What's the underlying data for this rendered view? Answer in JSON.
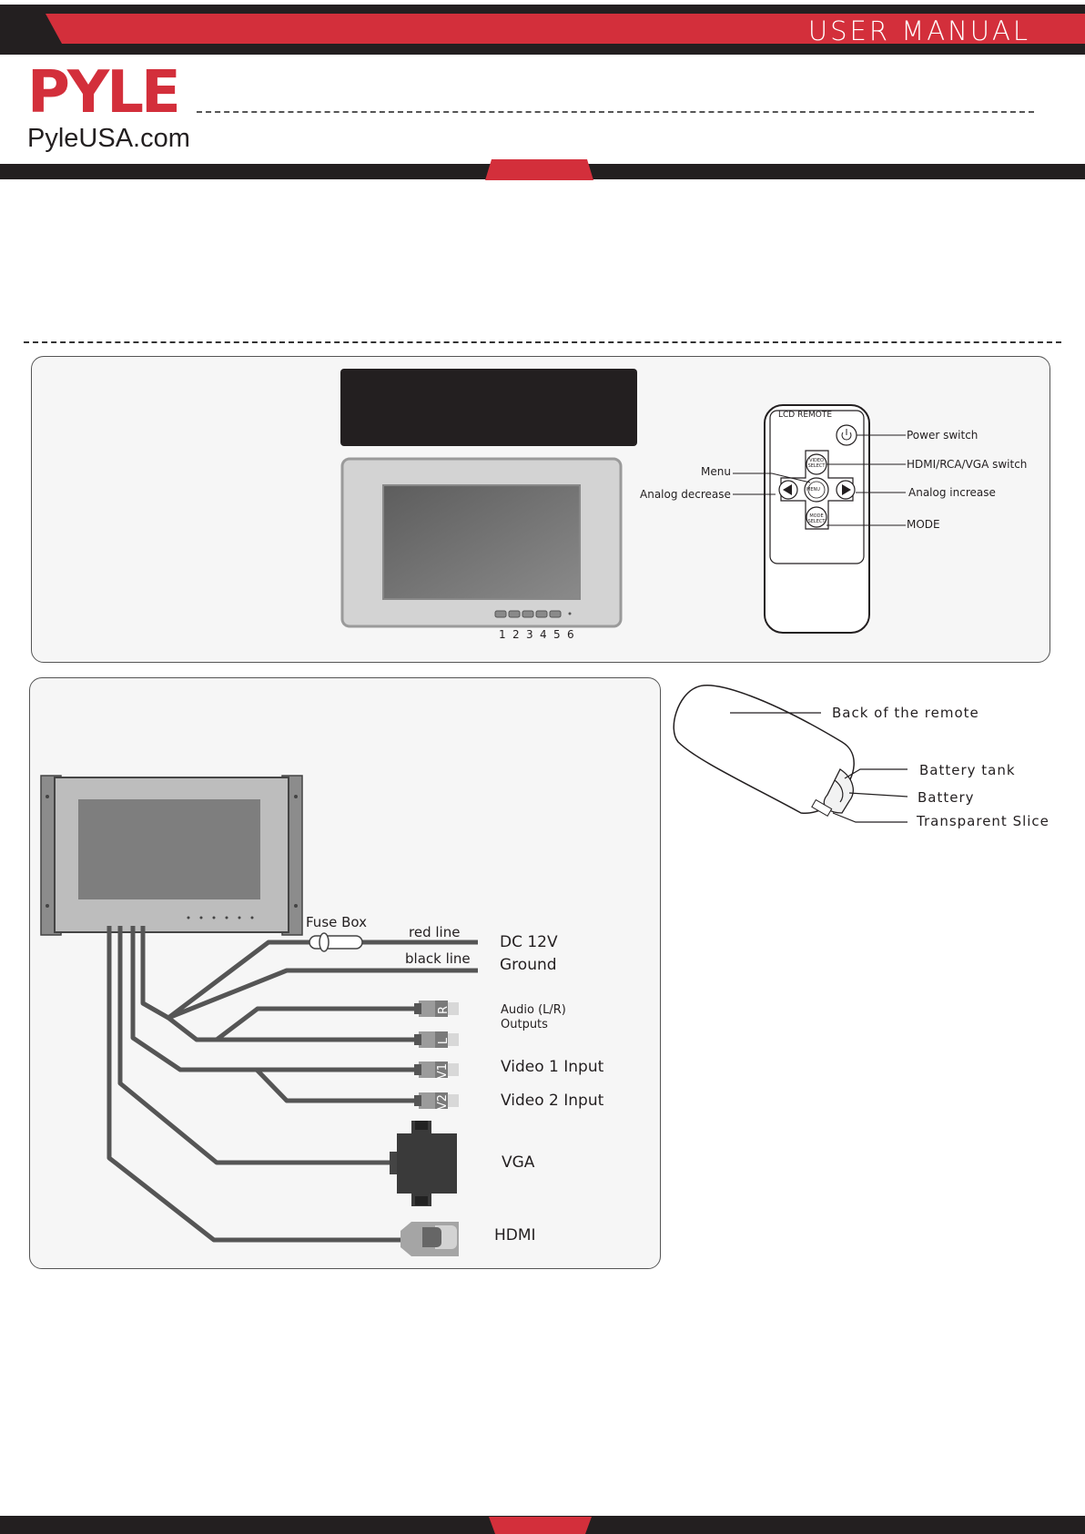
{
  "header": {
    "title": "USER MANUAL",
    "logo_text": "PYLE",
    "logo_url": "PyleUSA.com"
  },
  "monitor": {
    "button_numbers": [
      "1",
      "2",
      "3",
      "4",
      "5",
      "6"
    ]
  },
  "remote": {
    "brand_label": "LCD REMOTE",
    "buttons": {
      "video_select": "VIDEO SELECT",
      "menu": "MENU",
      "mode_select": "MODE SELECT"
    },
    "callouts": {
      "power_switch": "Power switch",
      "source_switch": "HDMI/RCA/VGA switch",
      "menu": "Menu",
      "analog_decrease": "Analog decrease",
      "analog_increase": "Analog increase",
      "mode": "MODE"
    }
  },
  "battery": {
    "back_of_remote": "Back of the remote",
    "battery_tank": "Battery tank",
    "battery": "Battery",
    "transparent_slice": "Transparent Slice"
  },
  "wiring": {
    "fuse_box": "Fuse Box",
    "red_line": "red line",
    "black_line": "black line",
    "dc": "DC 12V",
    "ground": "Ground",
    "audio_line1": "Audio (L/R)",
    "audio_line2": "Outputs",
    "video1": "Video 1 Input",
    "video2": "Video 2 Input",
    "vga": "VGA",
    "hdmi": "HDMI",
    "plug_r": "R",
    "plug_l": "L",
    "plug_v1": "V1",
    "plug_v2": "V2"
  }
}
